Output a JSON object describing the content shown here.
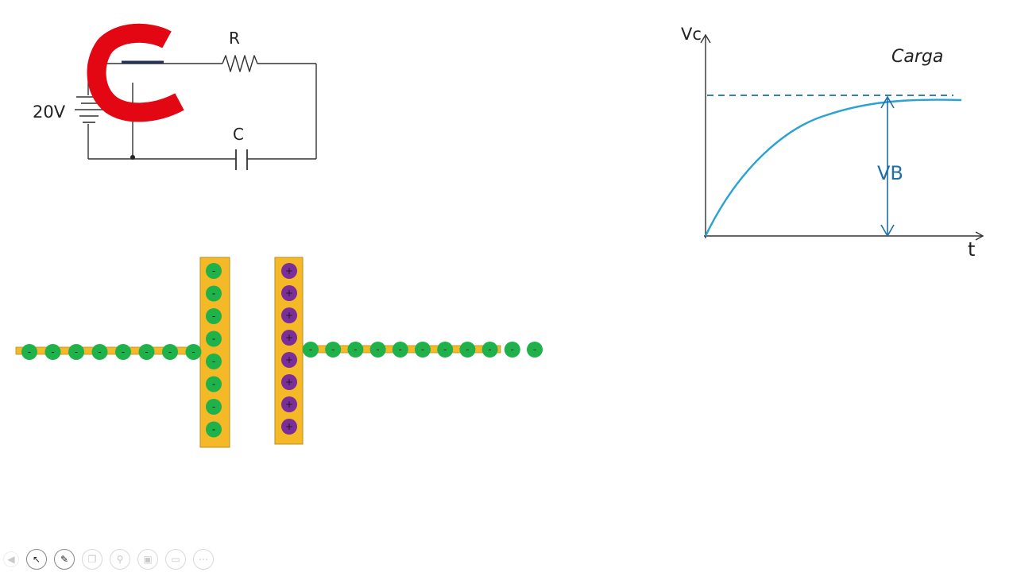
{
  "circuit": {
    "label_resistor": "R",
    "label_capacitor": "C",
    "label_battery": "20V",
    "annotation_letter": "C"
  },
  "graph": {
    "ylabel": "Vc",
    "xlabel": "t",
    "title": "Carga",
    "vb_label": "VB"
  },
  "plates": {
    "negative_sign": "-",
    "positive_sign": "+",
    "left_plate_charges": 8,
    "right_plate_charges": 8,
    "left_wire_electrons": 8,
    "right_wire_electrons": 11
  },
  "colors": {
    "plate": "#f5b928",
    "electron": "#1fb24a",
    "positive": "#7b2d9a",
    "curve": "#2aa2d4",
    "annotation": "#e30613",
    "arrow": "#1d6fa5"
  },
  "toolbar": {
    "icons": [
      "prev-icon",
      "pointer-icon",
      "pen-icon",
      "copy-icon",
      "zoom-icon",
      "screen-icon",
      "mute-icon",
      "more-icon"
    ]
  }
}
